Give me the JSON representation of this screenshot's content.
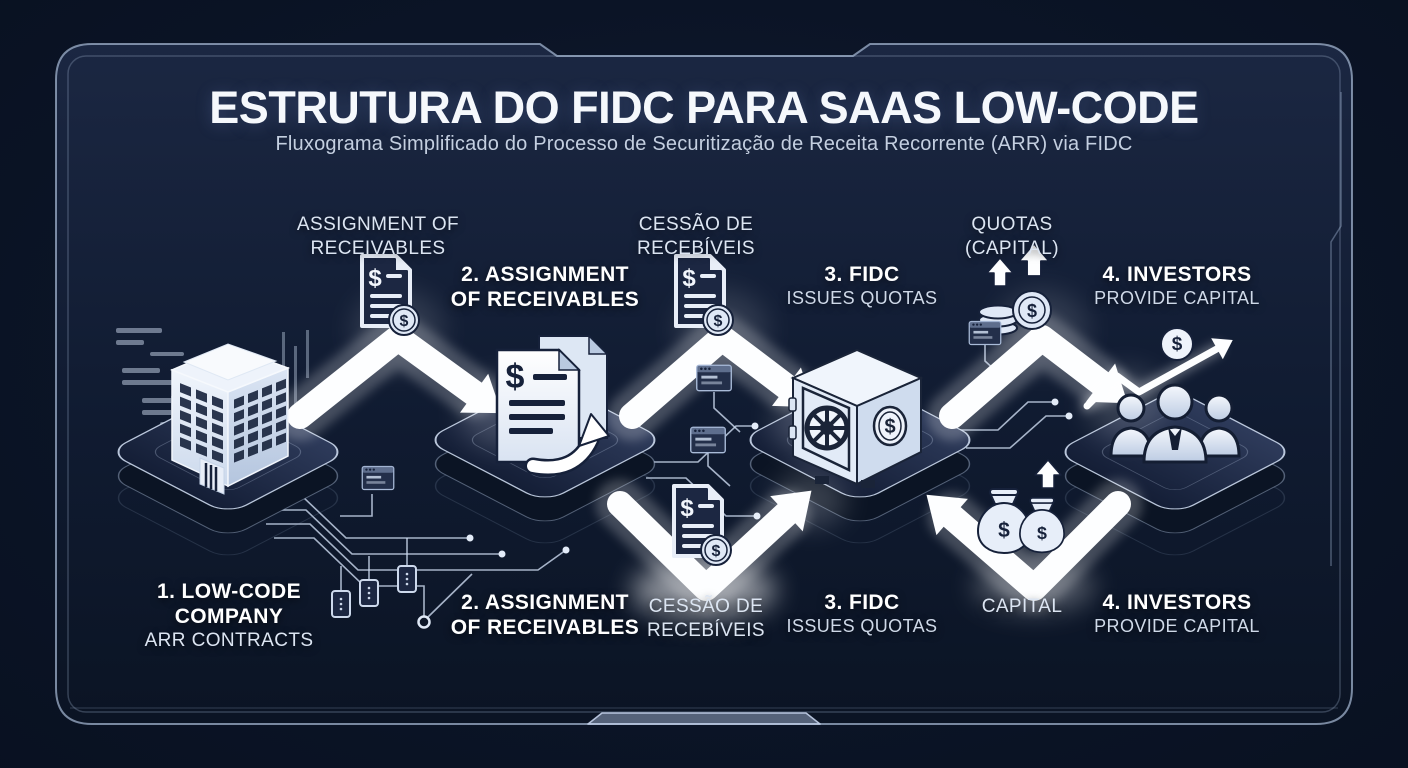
{
  "header": {
    "title": "ESTRUTURA DO FIDC PARA SAAS LOW-CODE",
    "subtitle": "Fluxograma Simplificado do Processo de Securitização de Receita Recorrente (ARR) via FIDC"
  },
  "labels": {
    "top_assignment": {
      "line1": "ASSIGNMENT OF",
      "line2": "RECEIVABLES"
    },
    "top_step2": {
      "line1": "2. ASSIGNMENT",
      "line2": "OF RECEIVABLES"
    },
    "top_cessao": {
      "line1": "CESSÃO DE",
      "line2": "RECEBÍVEIS"
    },
    "top_step3": {
      "line1": "3. FIDC",
      "line2": "ISSUES QUOTAS"
    },
    "top_quotas": {
      "line1": "QUOTAS",
      "line2": "(CAPITAL)"
    },
    "top_step4": {
      "line1": "4. INVESTORS",
      "line2": "PROVIDE CAPITAL"
    },
    "bottom_step1": {
      "line1": "1. LOW-CODE",
      "line2": "COMPANY",
      "line3": "ARR CONTRACTS"
    },
    "bottom_step2": {
      "line1": "2. ASSIGNMENT",
      "line2": "OF RECEIVABLES"
    },
    "bottom_cessao": {
      "line1": "CESSÃO DE",
      "line2": "RECEBÍVEIS"
    },
    "bottom_step3": {
      "line1": "3. FIDC",
      "line2": "ISSUES QUOTAS"
    },
    "bottom_capital": {
      "line1": "CAPITAL"
    },
    "bottom_step4": {
      "line1": "4. INVESTORS",
      "line2": "PROVIDE CAPITAL"
    }
  },
  "icons": {
    "dollar_glyph": "$",
    "node1": "office-building-icon",
    "node2": "receivables-documents-icon",
    "node3": "fidc-vault-icon",
    "node4": "investors-group-icon",
    "floating_doc": "invoice-dollar-coin-icon",
    "coins": "coins-up-arrows-icon",
    "bags": "money-bags-icon",
    "growth": "growth-arrow-icon",
    "window": "code-window-icon",
    "file": "contract-file-icon"
  },
  "colors": {
    "background": "#0b1322",
    "panel_top": "#1b2742",
    "panel_bottom": "#0b1424",
    "accent_light": "#dfe8f6",
    "arrow_white": "#fdfeff",
    "ink_navy": "#16213a"
  }
}
